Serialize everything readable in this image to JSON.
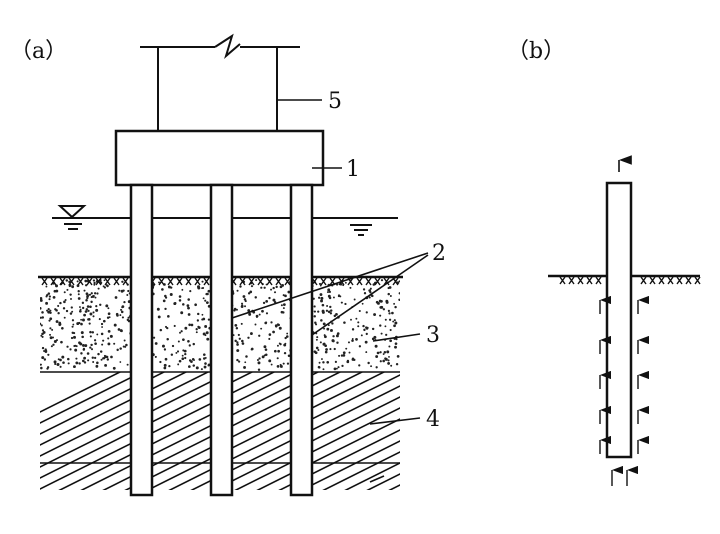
{
  "panels": {
    "a": {
      "label": "（a）"
    },
    "b": {
      "label": "（b）"
    }
  },
  "callouts": {
    "pile_cap": "1",
    "piles": "2",
    "soft_soil": "3",
    "bearing_stratum": "4",
    "superstructure": "5"
  },
  "colors": {
    "ink": "#111111",
    "paper": "#ffffff"
  },
  "icons": {
    "water_level": "water-level-icon",
    "upward_force": "arrow-up-icon"
  }
}
